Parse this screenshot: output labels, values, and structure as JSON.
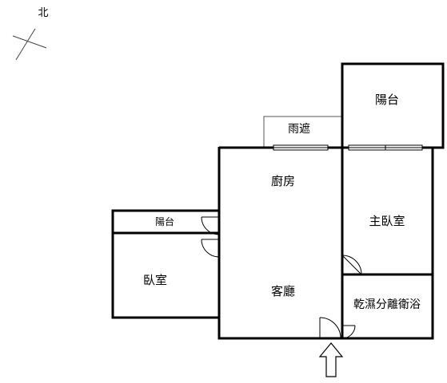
{
  "compass": {
    "north_label": "北"
  },
  "rooms": {
    "rain_shelter": "雨遮",
    "balcony_main": "陽台",
    "kitchen": "廚房",
    "master_bedroom": "主臥室",
    "balcony_small": "陽台",
    "bedroom": "臥室",
    "living_room": "客廳",
    "bathroom": "乾濕分離衛浴"
  },
  "entrance": {
    "icon": "entrance-arrow-icon"
  },
  "colors": {
    "wall": "#000000",
    "thin_line": "#555555",
    "background": "#ffffff"
  }
}
